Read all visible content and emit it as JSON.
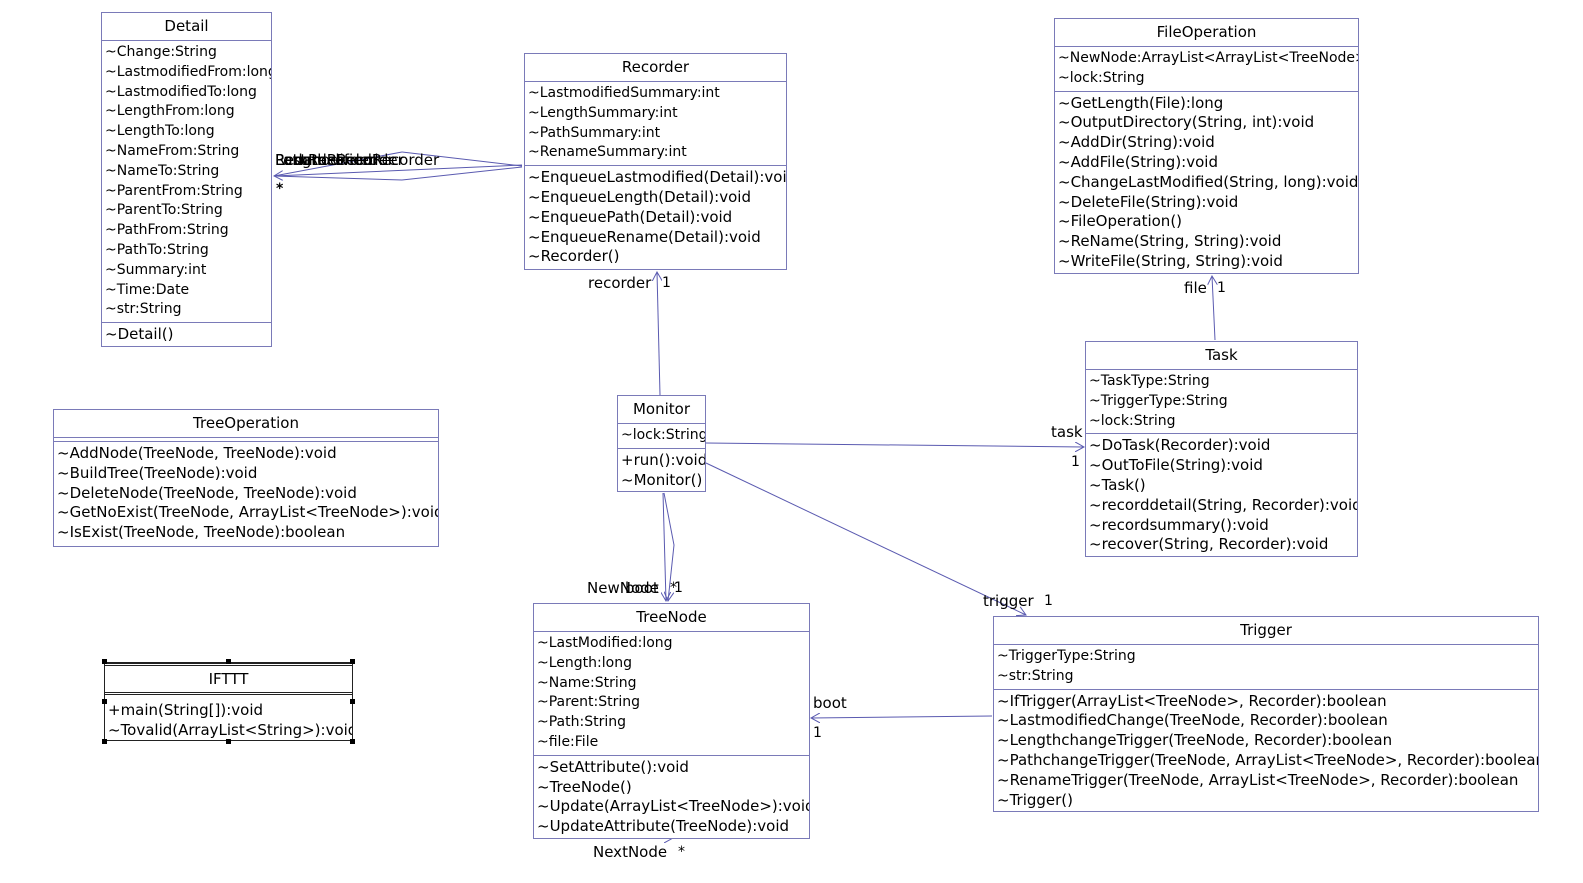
{
  "classes": {
    "detail": {
      "name": "Detail",
      "attributes": [
        "~Change:String",
        "~LastmodifiedFrom:long",
        "~LastmodifiedTo:long",
        "~LengthFrom:long",
        "~LengthTo:long",
        "~NameFrom:String",
        "~NameTo:String",
        "~ParentFrom:String",
        "~ParentTo:String",
        "~PathFrom:String",
        "~PathTo:String",
        "~Summary:int",
        "~Time:Date",
        "~str:String"
      ],
      "operations": [
        "~Detail()"
      ]
    },
    "recorder": {
      "name": "Recorder",
      "attributes": [
        "~LastmodifiedSummary:int",
        "~LengthSummary:int",
        "~PathSummary:int",
        "~RenameSummary:int"
      ],
      "operations": [
        "~EnqueueLastmodified(Detail):void",
        "~EnqueueLength(Detail):void",
        "~EnqueuePath(Detail):void",
        "~EnqueueRename(Detail):void",
        "~Recorder()"
      ]
    },
    "fileoperation": {
      "name": "FileOperation",
      "attributes": [
        "~NewNode:ArrayList<ArrayList<TreeNode>>",
        "~lock:String"
      ],
      "operations": [
        "~GetLength(File):long",
        "~OutputDirectory(String, int):void",
        "~AddDir(String):void",
        "~AddFile(String):void",
        "~ChangeLastModified(String, long):void",
        "~DeleteFile(String):void",
        "~FileOperation()",
        "~ReName(String, String):void",
        "~WriteFile(String, String):void"
      ]
    },
    "task": {
      "name": "Task",
      "attributes": [
        "~TaskType:String",
        "~TriggerType:String",
        "~lock:String"
      ],
      "operations": [
        "~DoTask(Recorder):void",
        "~OutToFile(String):void",
        "~Task()",
        "~recorddetail(String, Recorder):void",
        "~recordsummary():void",
        "~recover(String, Recorder):void"
      ]
    },
    "monitor": {
      "name": "Monitor",
      "attributes": [
        "~lock:String"
      ],
      "operations": [
        "+run():void",
        "~Monitor()"
      ]
    },
    "treeoperation": {
      "name": "TreeOperation",
      "attributes": [],
      "operations": [
        "~AddNode(TreeNode, TreeNode):void",
        "~BuildTree(TreeNode):void",
        "~DeleteNode(TreeNode, TreeNode):void",
        "~GetNoExist(TreeNode, ArrayList<TreeNode>):void",
        "~IsExist(TreeNode, TreeNode):boolean"
      ]
    },
    "treenode": {
      "name": "TreeNode",
      "attributes": [
        "~LastModified:long",
        "~Length:long",
        "~Name:String",
        "~Parent:String",
        "~Path:String",
        "~file:File"
      ],
      "operations": [
        "~SetAttribute():void",
        "~TreeNode()",
        "~Update(ArrayList<TreeNode>):void",
        "~UpdateAttribute(TreeNode):void"
      ]
    },
    "trigger": {
      "name": "Trigger",
      "attributes": [
        "~TriggerType:String",
        "~str:String"
      ],
      "operations": [
        "~IfTrigger(ArrayList<TreeNode>, Recorder):boolean",
        "~LastmodifiedChange(TreeNode, Recorder):boolean",
        "~LengthchangeTrigger(TreeNode, Recorder):boolean",
        "~PathchangeTrigger(TreeNode, ArrayList<TreeNode>, Recorder):boolean",
        "~RenameTrigger(TreeNode, ArrayList<TreeNode>, Recorder):boolean",
        "~Trigger()"
      ]
    },
    "ifttt": {
      "name": "IFTTT",
      "operations": [
        "+main(String[]):void",
        "~Tovalid(ArrayList<String>):void"
      ]
    }
  },
  "associations": {
    "recorder_detail": {
      "role": "Recorder",
      "overlap_roles": [
        "LastmodifiedRecorder",
        "LengthRecorder",
        "PathRecorder",
        "RenameRecorder"
      ],
      "multiplicity": "*"
    },
    "monitor_recorder": {
      "role": "recorder",
      "multiplicity": "1"
    },
    "task_fileoperation": {
      "role": "file",
      "multiplicity": "1"
    },
    "monitor_task": {
      "role": "task",
      "multiplicity": "1"
    },
    "monitor_treenode_a": {
      "role": "NewNode",
      "multiplicity": "*"
    },
    "monitor_treenode_b": {
      "role": "boot",
      "multiplicity": "1"
    },
    "monitor_trigger": {
      "role": "trigger",
      "multiplicity": "1"
    },
    "trigger_treenode": {
      "role": "boot",
      "multiplicity": "1"
    },
    "treenode_self": {
      "role": "NextNode",
      "multiplicity": "*"
    }
  },
  "colors": {
    "line": "#5a5ab0",
    "border": "#7a7ab8"
  }
}
